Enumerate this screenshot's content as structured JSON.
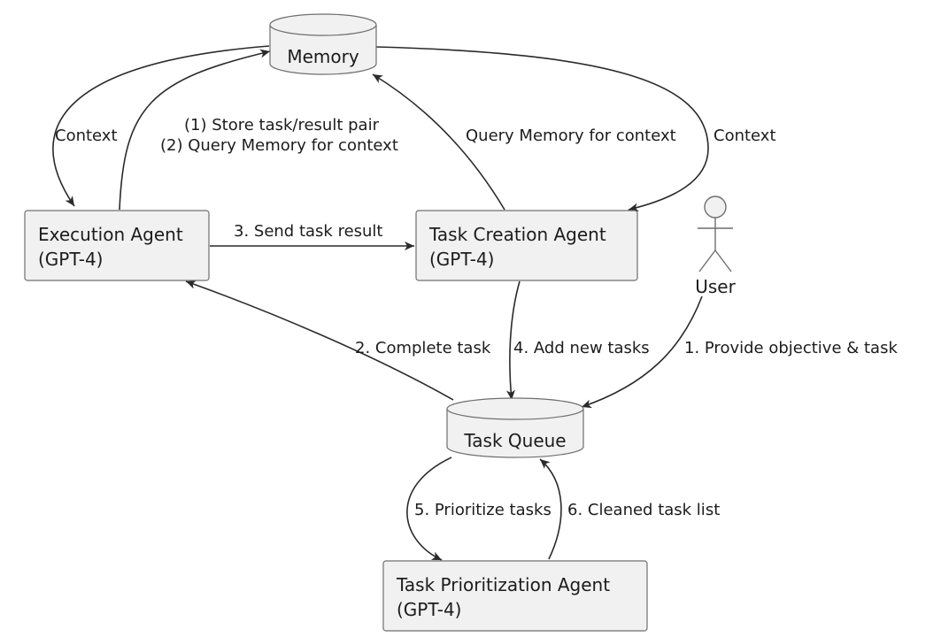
{
  "nodes": {
    "memory": {
      "label": "Memory"
    },
    "execution_agent": {
      "line1": "Execution Agent",
      "line2": "(GPT-4)"
    },
    "task_creation_agent": {
      "line1": "Task Creation Agent",
      "line2": "(GPT-4)"
    },
    "task_queue": {
      "label": "Task Queue"
    },
    "task_prioritization_agent": {
      "line1": "Task Prioritization Agent",
      "line2": "(GPT-4)"
    },
    "user": {
      "label": "User"
    }
  },
  "edges": {
    "memory_to_execution": "Context",
    "execution_to_memory_line1": "(1) Store task/result pair",
    "execution_to_memory_line2": "(2) Query Memory for context",
    "creation_to_memory": "Query Memory for context",
    "memory_to_creation": "Context",
    "execution_to_creation": "3. Send task result",
    "queue_to_execution": "2. Complete task",
    "creation_to_queue": "4. Add new tasks",
    "user_to_queue": "1. Provide objective & task",
    "queue_to_prioritization": "5. Prioritize tasks",
    "prioritization_to_queue": "6. Cleaned task list"
  }
}
